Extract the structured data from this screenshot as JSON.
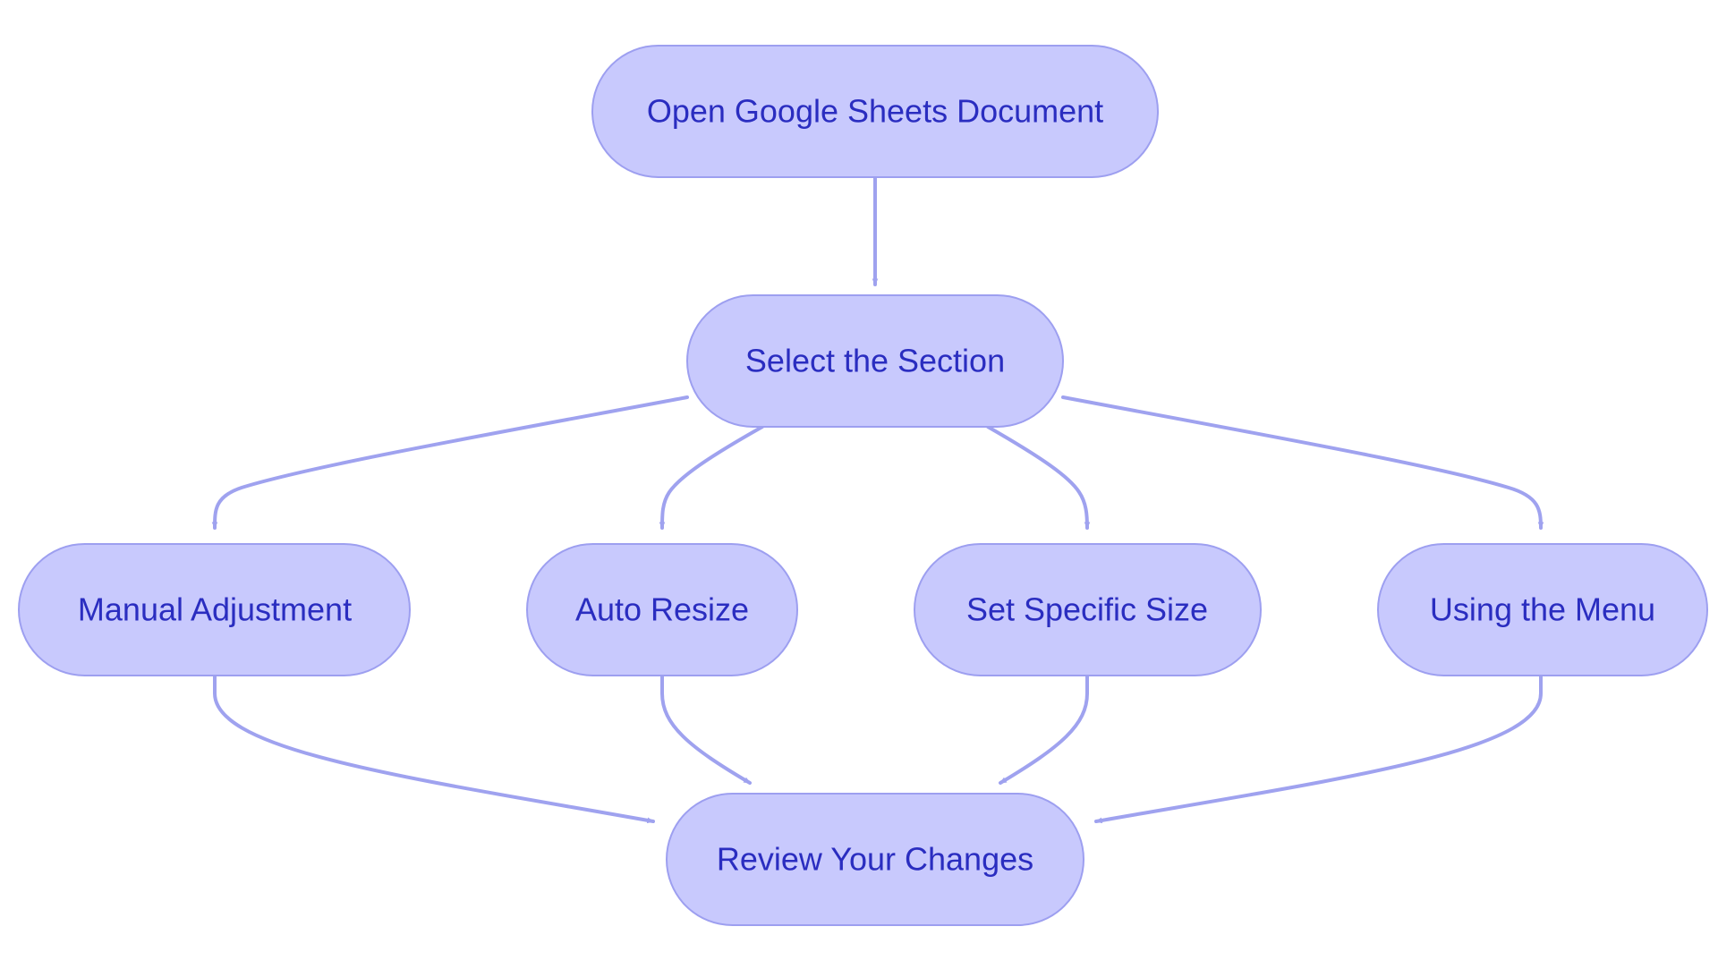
{
  "colors": {
    "node_fill": "#c8c9fd",
    "node_stroke": "#9d9ff0",
    "edge": "#9fa2ef",
    "text": "#2a2dc0",
    "background": "#ffffff"
  },
  "nodes": {
    "open": {
      "label": "Open Google Sheets Document"
    },
    "select": {
      "label": "Select the Section"
    },
    "manual": {
      "label": "Manual Adjustment"
    },
    "auto": {
      "label": "Auto Resize"
    },
    "specific": {
      "label": "Set Specific Size"
    },
    "menu": {
      "label": "Using the Menu"
    },
    "review": {
      "label": "Review Your Changes"
    }
  },
  "edges": [
    {
      "from": "open",
      "to": "select"
    },
    {
      "from": "select",
      "to": "manual"
    },
    {
      "from": "select",
      "to": "auto"
    },
    {
      "from": "select",
      "to": "specific"
    },
    {
      "from": "select",
      "to": "menu"
    },
    {
      "from": "manual",
      "to": "review"
    },
    {
      "from": "auto",
      "to": "review"
    },
    {
      "from": "specific",
      "to": "review"
    },
    {
      "from": "menu",
      "to": "review"
    }
  ]
}
